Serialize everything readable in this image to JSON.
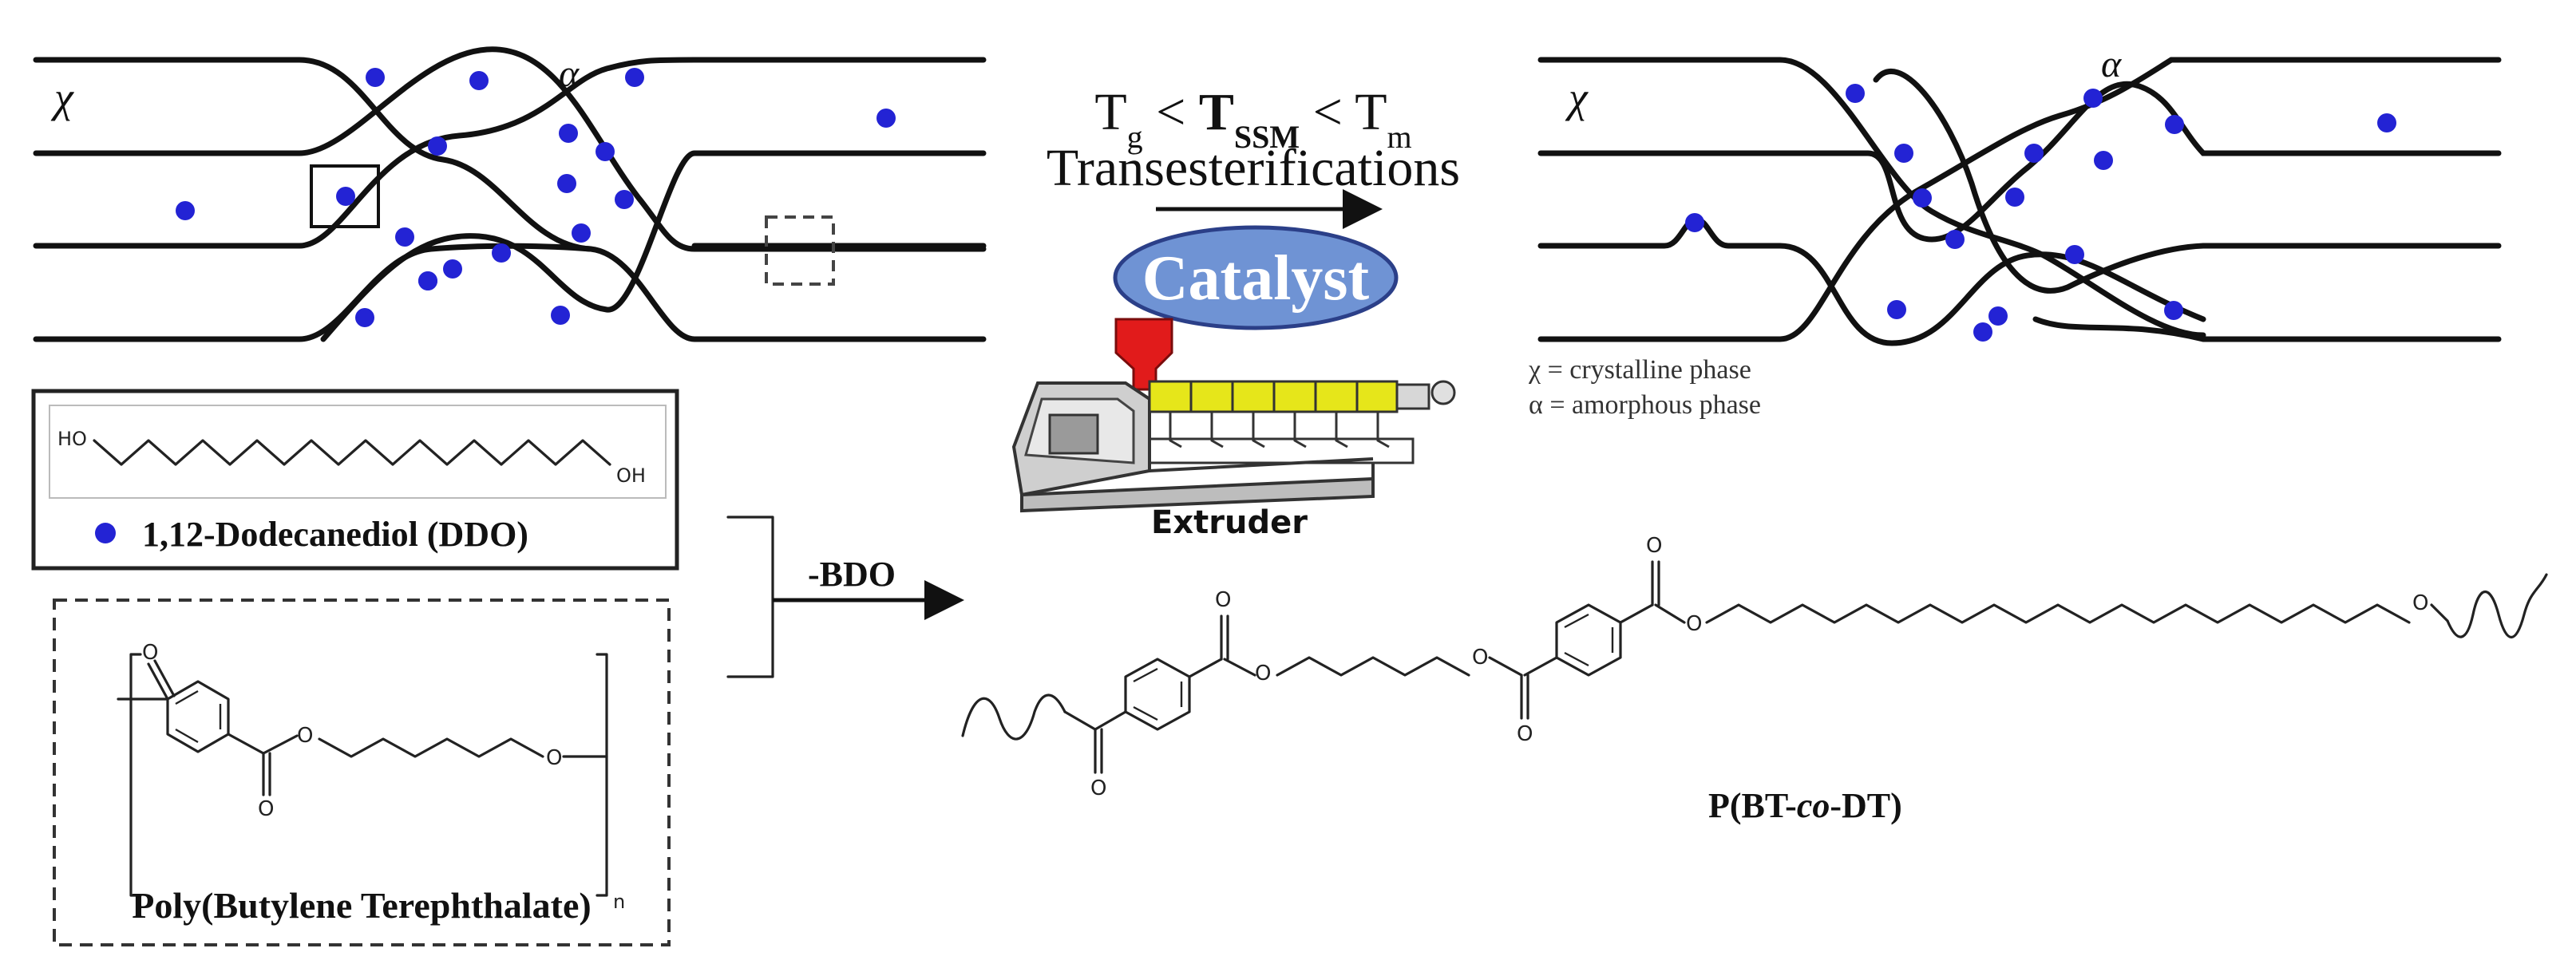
{
  "process": {
    "condition_tg": "T",
    "condition_tg_sub": "g",
    "condition_mid": " < ",
    "condition_tssm": "T",
    "condition_tssm_sub": "SSM",
    "condition_tm": "T",
    "condition_tm_sub": "m",
    "reaction": "Transesterifications",
    "catalyst": "Catalyst",
    "extruder": "Extruder"
  },
  "left_morphology": {
    "chi": "χ",
    "alpha": "α"
  },
  "right_morphology": {
    "chi": "χ",
    "alpha": "α",
    "legend_chi": "χ = crystalline phase",
    "legend_alpha": "α = amorphous phase"
  },
  "reactants": {
    "ddo_label": "1,12-Dodecanediol (DDO)",
    "ddo_ho_left": "HO",
    "ddo_oh_right": "OH",
    "pbt_label": "Poly(Butylene Terephthalate)",
    "pbt_subscript": "n",
    "byproduct": "-BDO"
  },
  "product": {
    "label_prefix": "P(BT-",
    "label_italic": "co",
    "label_suffix": "-DT)"
  },
  "atoms": {
    "oxygen": "O"
  },
  "colors": {
    "ddo_dot": "#2323d4",
    "catalyst_fill": "#6f93d4",
    "extruder_hopper": "#e11b1b",
    "extruder_barrel": "#e6e61a"
  }
}
